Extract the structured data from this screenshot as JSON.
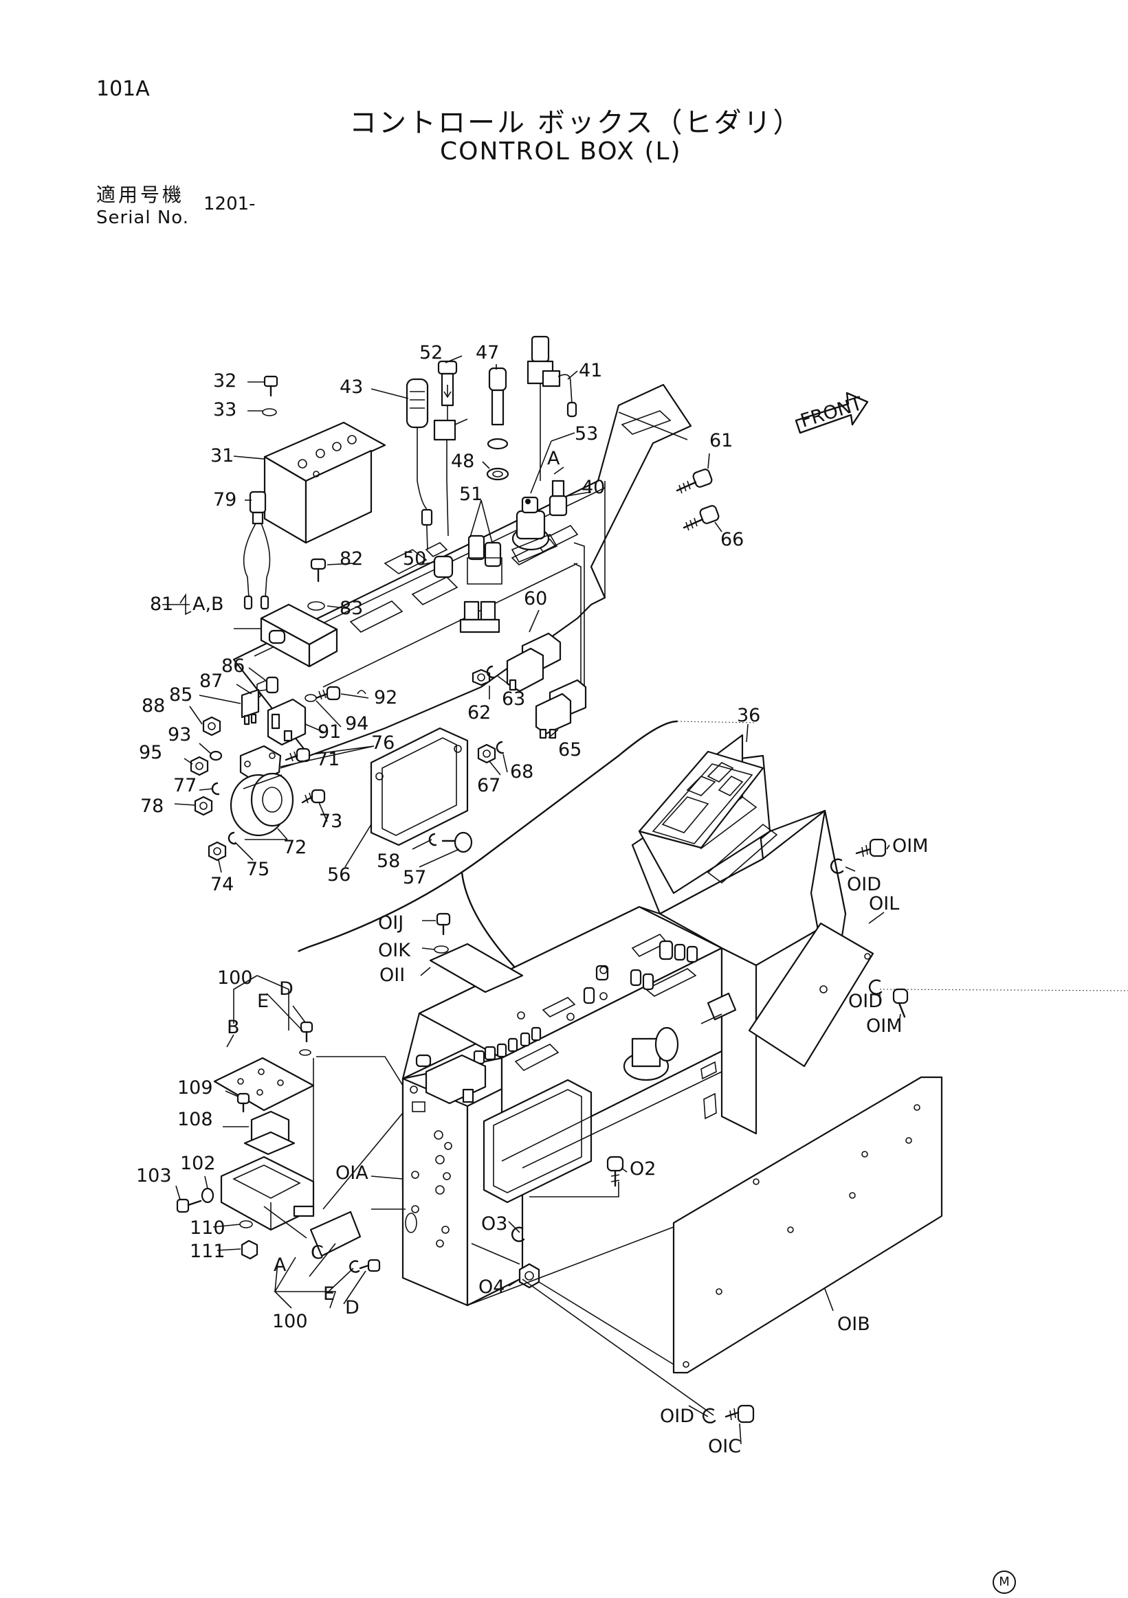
{
  "header": {
    "page_code": "101A",
    "title_ja": "コントロール ボックス（ヒダリ）",
    "title_en": "CONTROL BOX (L)",
    "serial_label_ja": "適用号機",
    "serial_label_en": "Serial No.",
    "serial_value": "1201-"
  },
  "front_label": "FRONT",
  "corner_mark": "M",
  "labels": {
    "p32": "32",
    "p33": "33",
    "p31": "31",
    "p79": "79",
    "p43": "43",
    "p52": "52",
    "p47": "47",
    "p41": "41",
    "p48": "48",
    "p53": "53",
    "pA_top": "A",
    "p40": "40",
    "p51": "51",
    "p61": "61",
    "p66": "66",
    "p82": "82",
    "p50": "50",
    "p81": "81",
    "p81ab": "A,B",
    "p83": "83",
    "p60": "60",
    "p86": "86",
    "p87": "87",
    "p85": "85",
    "p88": "88",
    "p92": "92",
    "p94": "94",
    "p62": "62",
    "p63": "63",
    "p91": "91",
    "p93": "93",
    "p95": "95",
    "p76": "76",
    "p71": "71",
    "p36": "36",
    "p65": "65",
    "p67": "67",
    "p68": "68",
    "p77": "77",
    "p78": "78",
    "p73": "73",
    "p72": "72",
    "p74": "74",
    "p75": "75",
    "p56": "56",
    "p58": "58",
    "p57": "57",
    "p01M_a": "OIM",
    "p01D_a": "OID",
    "p01L": "OIL",
    "p01J": "OIJ",
    "p01K": "OIK",
    "p01I": "OII",
    "p01D_b": "OID",
    "p01M_b": "OIM",
    "p100_top": "100",
    "pE_top": "E",
    "pD_top": "D",
    "pB": "B",
    "p109": "109",
    "p108": "108",
    "p102": "102",
    "p103": "103",
    "p110": "110",
    "p111": "111",
    "p01A": "OIA",
    "p02": "O2",
    "p03": "O3",
    "p04": "O4",
    "pA_bot": "A",
    "pC": "C",
    "pE_bot": "E",
    "pD_bot": "D",
    "p100_bot": "100",
    "p01B": "OIB",
    "p01D_c": "OID",
    "p01C": "OIC"
  }
}
